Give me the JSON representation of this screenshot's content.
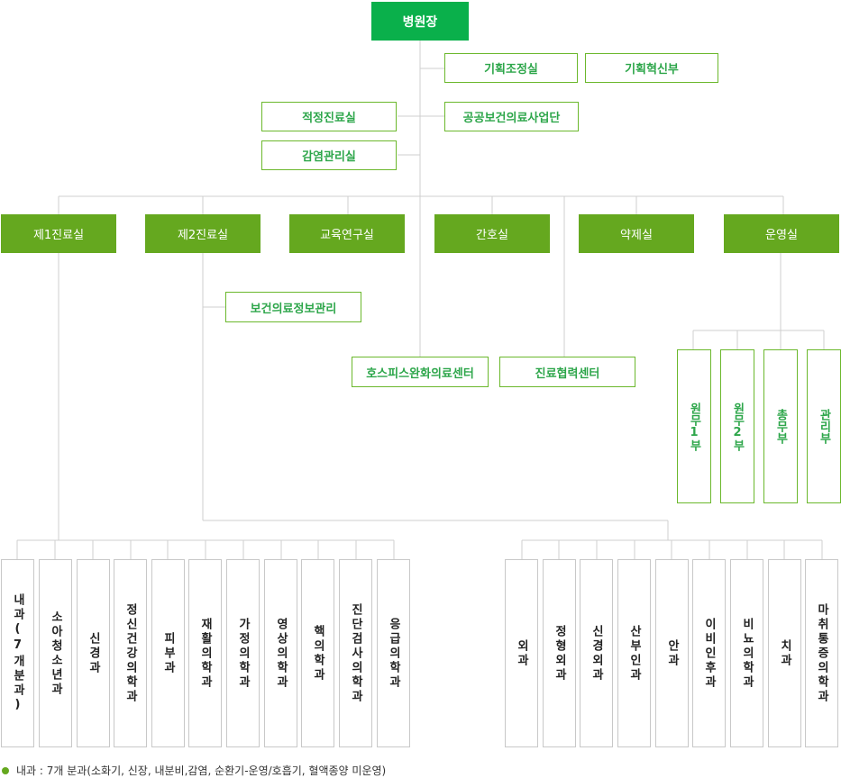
{
  "top": "병원장",
  "planning": [
    "기획조정실",
    "기획혁신부"
  ],
  "mid_left": [
    "적정진료실",
    "감염관리실"
  ],
  "mid_right": "공공보건의료사업단",
  "divisions": [
    "제1진료실",
    "제2진료실",
    "교육연구실",
    "간호실",
    "약제실",
    "운영실"
  ],
  "info_mgmt": "보건의료정보관리",
  "centers": [
    "호스피스완화의료센터",
    "진료협력센터"
  ],
  "ops_subs": [
    "원무1부",
    "원무2부",
    "총무부",
    "관리부"
  ],
  "depts_left": [
    "내과(7개분과)",
    "소아청소년과",
    "신경과",
    "정신건강의학과",
    "피부과",
    "재활의학과",
    "가정의학과",
    "영상의학과",
    "핵의학과",
    "진단검사의학과",
    "응급의학과"
  ],
  "depts_right": [
    "외과",
    "정형외과",
    "신경외과",
    "산부인과",
    "안과",
    "이비인후과",
    "비뇨의학과",
    "치과",
    "마취통증의학과"
  ],
  "note": "내과 : 7개 분과(소화기, 신장, 내분비,감염, 순환기-운영/호흡기, 혈액종양 미운영)"
}
